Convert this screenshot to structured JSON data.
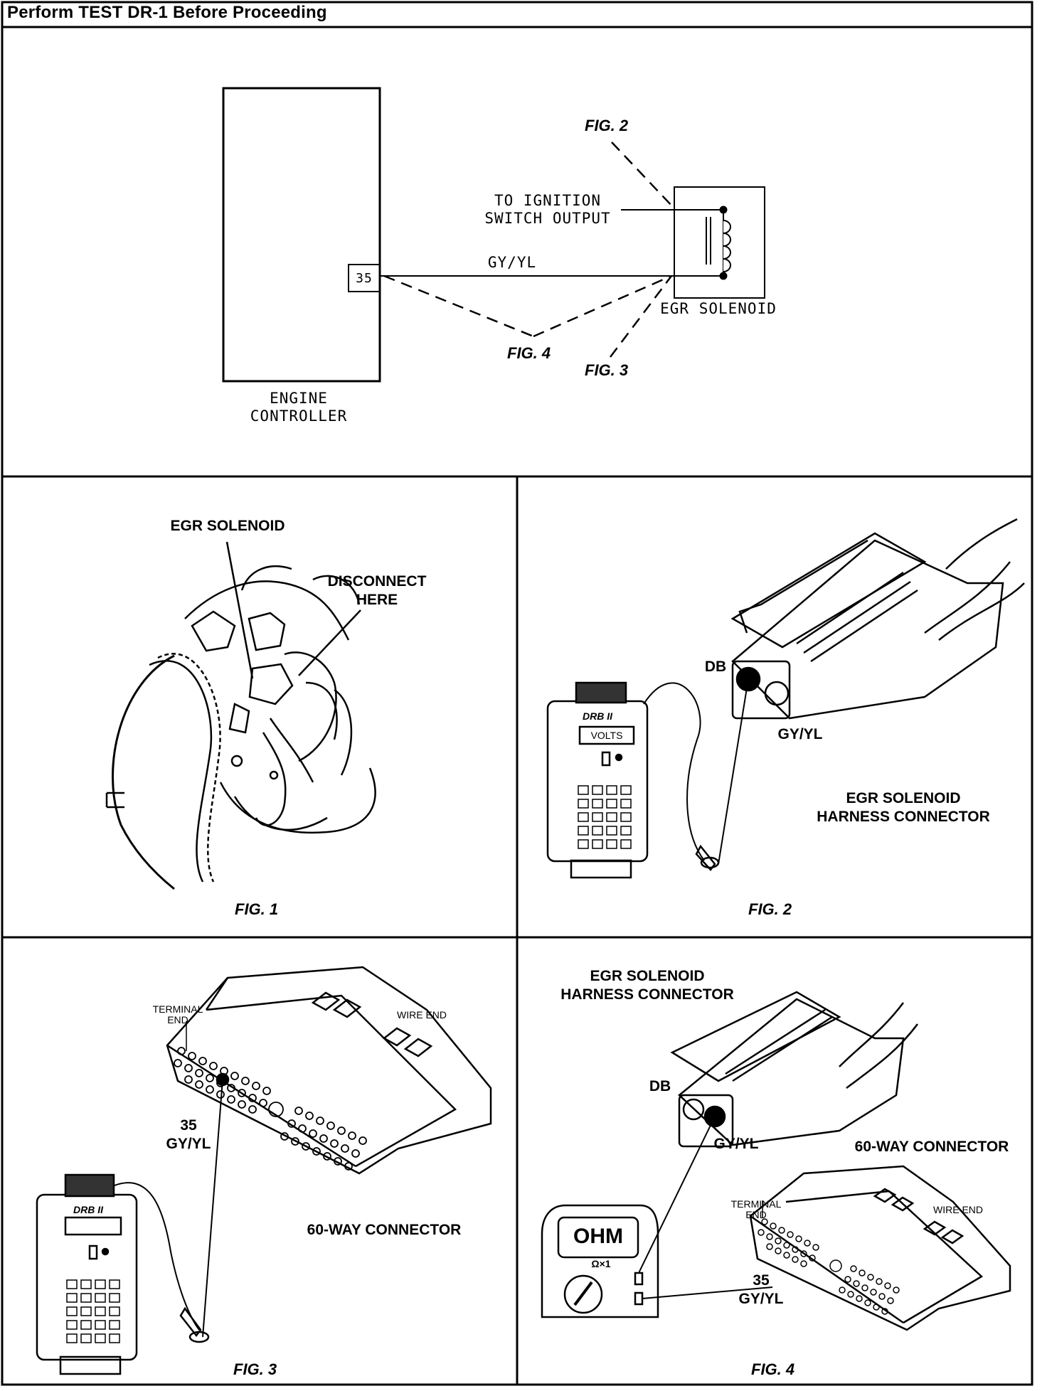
{
  "header": {
    "title": "Perform TEST DR-1 Before Proceeding"
  },
  "schematic": {
    "controller_label": "ENGINE\nCONTROLLER",
    "pin": "35",
    "wire_color": "GY/YL",
    "ignition_label": "TO IGNITION\nSWITCH OUTPUT",
    "solenoid_label": "EGR SOLENOID",
    "fig_refs": {
      "fig2": "FIG. 2",
      "fig3": "FIG. 3",
      "fig4": "FIG. 4"
    }
  },
  "fig1": {
    "solenoid_label": "EGR SOLENOID",
    "disconnect_label": "DISCONNECT\nHERE",
    "caption": "FIG. 1"
  },
  "fig2": {
    "db_label": "DB",
    "wire_label": "GY/YL",
    "connector_label": "EGR SOLENOID\nHARNESS CONNECTOR",
    "tester_brand": "DRB II",
    "tester_display": "VOLTS",
    "caption": "FIG. 2"
  },
  "fig3": {
    "terminal_end": "TERMINAL\nEND",
    "wire_end": "WIRE END",
    "pin_label": "35\nGY/YL",
    "connector_label": "60-WAY CONNECTOR",
    "tester_brand": "DRB II",
    "caption": "FIG. 3"
  },
  "fig4": {
    "connector_label": "EGR SOLENOID\nHARNESS CONNECTOR",
    "db_label": "DB",
    "wire_label": "GY/YL",
    "way_label": "60-WAY CONNECTOR",
    "terminal_end": "TERMINAL\nEND",
    "wire_end": "WIRE END",
    "pin_label": "35\nGY/YL",
    "meter_display": "OHM",
    "meter_range": "Ω×1",
    "caption": "FIG. 4"
  }
}
